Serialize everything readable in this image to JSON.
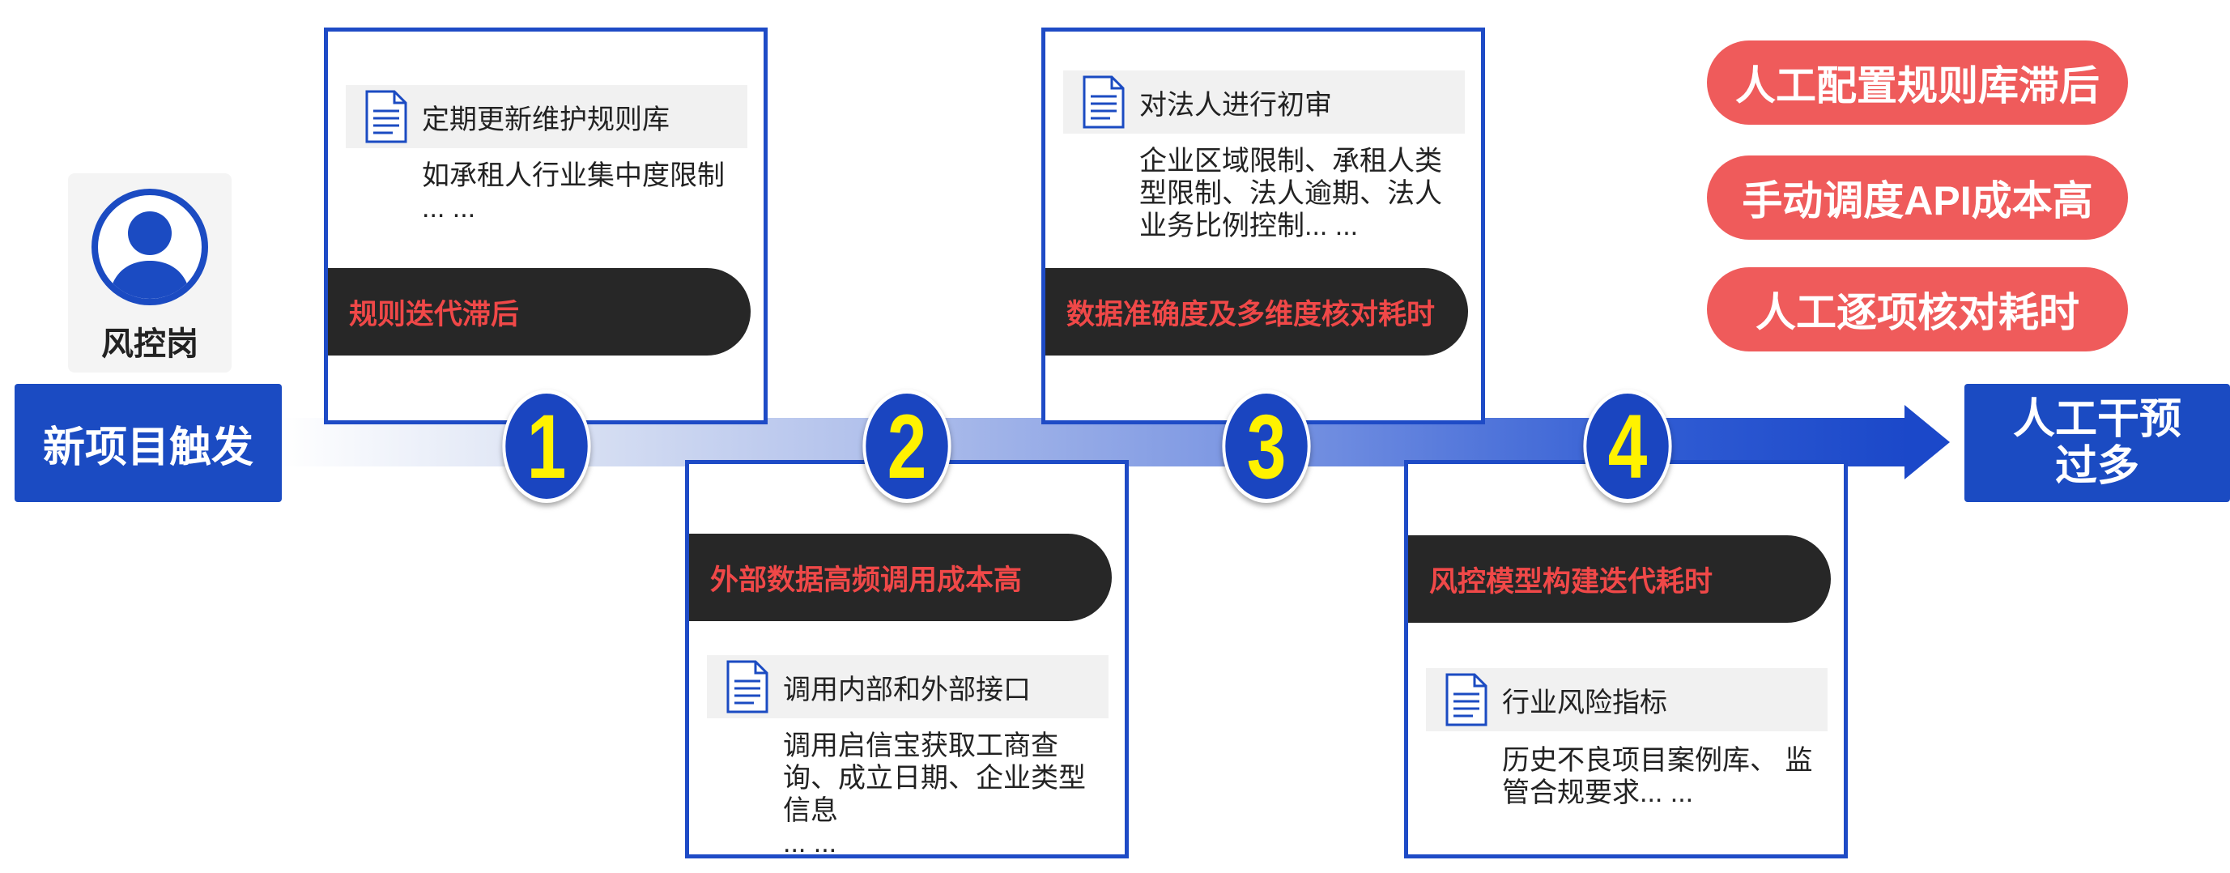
{
  "role": {
    "label": "风控岗",
    "icon": "person-avatar-icon"
  },
  "start": {
    "label": "新项目触发"
  },
  "end": {
    "label_line1": "人工干预",
    "label_line2": "过多"
  },
  "steps": [
    {
      "number": "1",
      "item_title": "定期更新维护规则库",
      "item_desc": [
        "如承租人行业集中度限制",
        "... ..."
      ],
      "issue": "规则迭代滞后"
    },
    {
      "number": "2",
      "item_title": "调用内部和外部接口",
      "item_desc": [
        "调用启信宝获取工商查",
        "询、成立日期、企业类型",
        "信息",
        "... ..."
      ],
      "issue": "外部数据高频调用成本高"
    },
    {
      "number": "3",
      "item_title": "对法人进行初审",
      "item_desc": [
        "企业区域限制、承租人类",
        "型限制、法人逾期、法人",
        "业务比例控制... ..."
      ],
      "issue": "数据准确度及多维度核对耗时"
    },
    {
      "number": "4",
      "item_title": "行业风险指标",
      "item_desc": [
        "历史不良项目案例库、 监",
        "管合规要求... ..."
      ],
      "issue": "风控模型构建迭代耗时"
    }
  ],
  "problems": [
    "人工配置规则库滞后",
    "手动调度API成本高",
    "人工逐项核对耗时"
  ],
  "colors": {
    "accent_blue": "#1b4bc2",
    "alert_red": "#ef5b5b",
    "pill_dark": "#272727",
    "number_yellow": "#fff200"
  }
}
